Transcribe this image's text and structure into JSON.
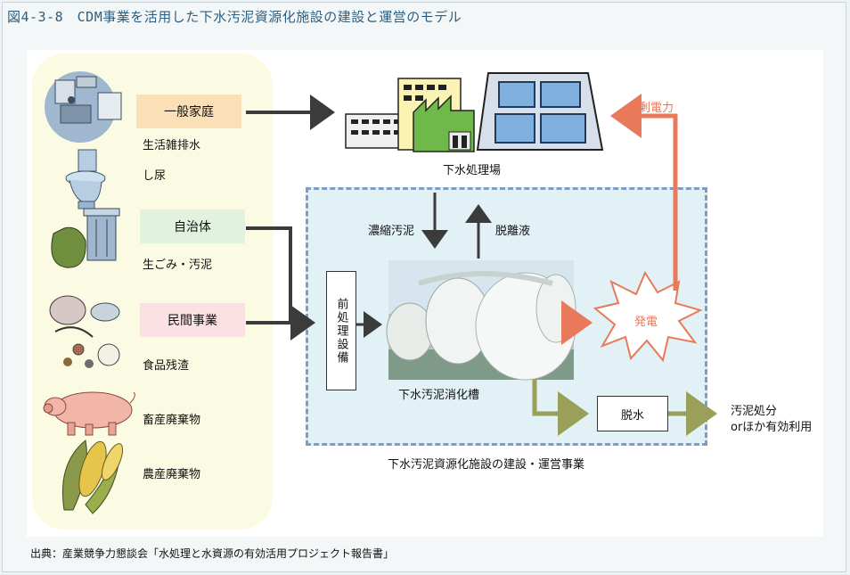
{
  "figure": {
    "title": "図4-3-8　CDM事業を活用した下水汚泥資源化施設の建設と運営のモデル",
    "source": "出典：産業競争力懇談会「水処理と水資源の有効活用プロジェクト報告書」"
  },
  "sources": {
    "household": {
      "label": "一般家庭",
      "items": [
        "生活雑排水",
        "し尿"
      ]
    },
    "municipality": {
      "label": "自治体",
      "items": [
        "生ごみ・汚泥"
      ]
    },
    "private": {
      "label": "民間事業",
      "items": [
        "食品残渣"
      ]
    },
    "livestock": {
      "label": "畜産廃棄物"
    },
    "agriculture": {
      "label": "農産廃棄物"
    }
  },
  "facility": {
    "treatment_plant": "下水処理場",
    "surplus_power": "余剰電力",
    "thickened_sludge": "濃縮汚泥",
    "desorption_liquid": "脱離液",
    "pretreatment": "前処理設備",
    "digester": "下水汚泥消化槽",
    "power_generation": "発電",
    "dewatering": "脱水",
    "disposal_line1": "汚泥処分",
    "disposal_line2": "orほか有効利用",
    "project_label": "下水汚泥資源化施設の建設・運営事業"
  },
  "colors": {
    "household_box": "#fbe0b7",
    "municipality_box": "#e1f2de",
    "private_box": "#fbe1e4",
    "left_panel": "#fbfbe3",
    "project_area": "#e2f1f6",
    "project_border": "#7f9cc6",
    "power_arrow": "#e8795a",
    "dewater_arrow": "#9aa05a",
    "main_arrow": "#3b3b3b"
  },
  "icons": [
    "kitchen-icon",
    "toilet-icon",
    "garbage-bag-icon",
    "food-waste-icon",
    "pig-icon",
    "corn-icon",
    "factory-icon",
    "solar-panel-icon",
    "digester-eggs-image",
    "explosion-burst-icon"
  ]
}
